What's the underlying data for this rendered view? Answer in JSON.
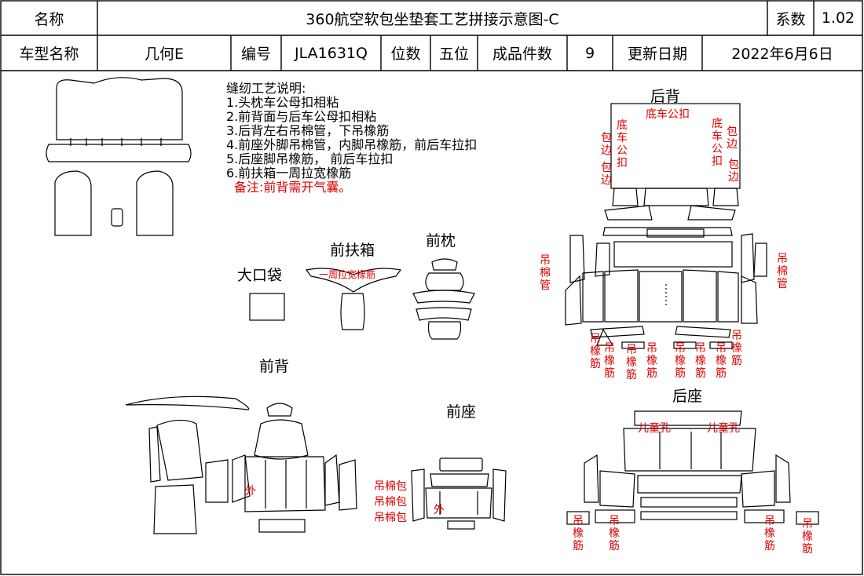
{
  "header": {
    "name_label": "名称",
    "title": "360航空软包坐垫套工艺拼接示意图-C",
    "coef_label": "系数",
    "coef_value": "1.02",
    "model_label": "车型名称",
    "model_value": "几何E",
    "code_label": "编号",
    "code_value": "JLA1631Q",
    "seat_label": "位数",
    "seat_value": "五位",
    "pieces_label": "成品件数",
    "pieces_value": "9",
    "date_label": "更新日期",
    "date_value": "2022年6月6日"
  },
  "notes": {
    "title": "缝纫工艺说明:",
    "items": [
      "1.头枕车公母扣相粘",
      "2.前背面与后车公母扣相粘",
      "3.后背左右吊棉管，下吊橡筋",
      "4.前座外脚吊棉管，内脚吊橡筋，前后车拉扣",
      "5.后座脚吊橡筋， 前后车拉扣",
      "6.前扶箱一周拉宽橡筋"
    ],
    "remark": "备注:前背需开气囊。"
  },
  "labels": {
    "rear_back": "后背",
    "front_armrest": "前扶箱",
    "front_pillow": "前枕",
    "big_pocket": "大口袋",
    "front_back": "前背",
    "front_seat": "前座",
    "rear_seat": "后座"
  },
  "annotations": {
    "bottom_snap": "底车公扣",
    "edge_wrap": "包边",
    "bottom_snap_vertical": "底车公扣",
    "cotton_tube": "吊棉管",
    "rubber_band": "吊橡筋",
    "armrest_band": "一周拉宽橡筋",
    "outer": "外",
    "cotton_wrap": "吊棉包",
    "child_hole": "儿童孔"
  }
}
